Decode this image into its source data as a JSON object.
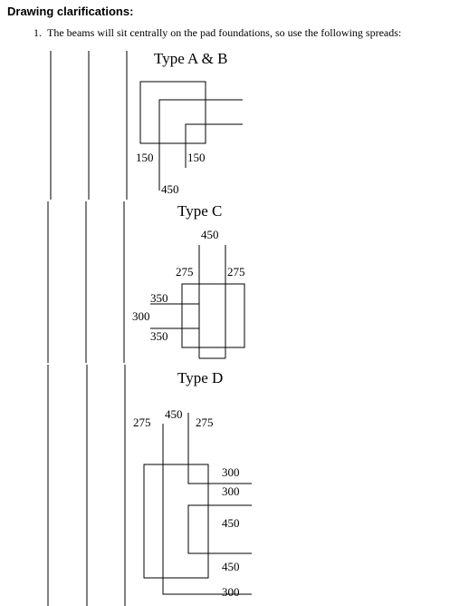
{
  "heading": "Drawing clarifications:",
  "list": {
    "number": "1.",
    "text": "The beams will sit centrally on the pad foundations, so use the following spreads:"
  },
  "type_ab": {
    "title": "Type A & B",
    "dims": {
      "left": "150",
      "right": "150",
      "bottom": "450"
    }
  },
  "type_c": {
    "title": "Type C",
    "dims": {
      "top": "450",
      "inner_left": "275",
      "inner_right": "275",
      "upper": "350",
      "middle": "300",
      "lower": "350"
    }
  },
  "type_d": {
    "title": "Type D",
    "dims": {
      "top_left": "275",
      "top_mid": "450",
      "top_right": "275",
      "right1": "300",
      "right2": "300",
      "right3": "450",
      "right4": "450",
      "right5": "300"
    }
  }
}
